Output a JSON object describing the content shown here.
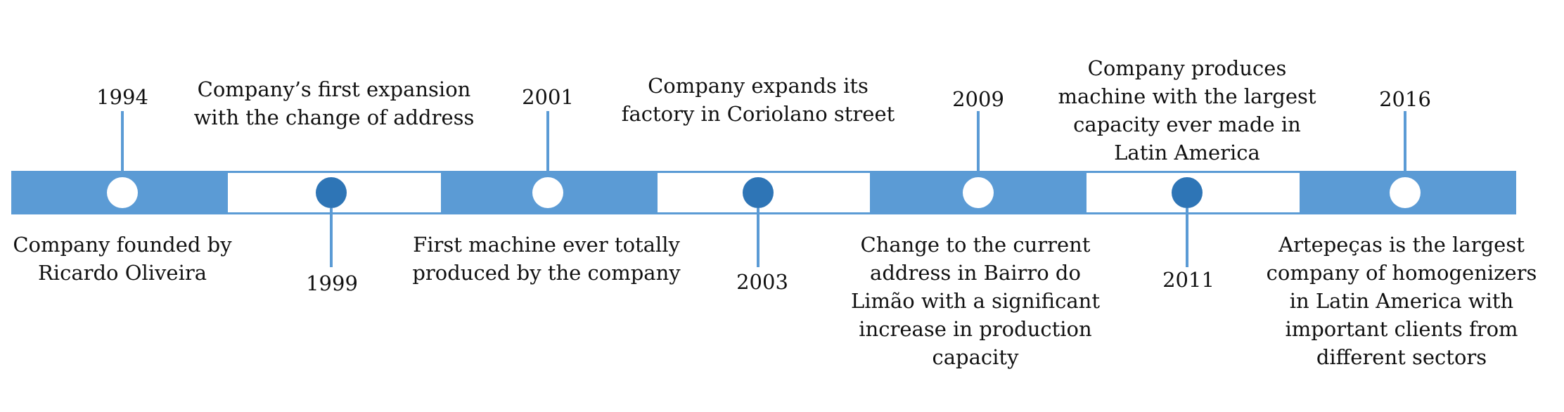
{
  "colors": {
    "bar_fill": "#5B9BD5",
    "dot_dark": "#2E75B6",
    "dot_light": "#FFFFFF"
  },
  "events": [
    {
      "year": "1994",
      "description": [
        "Company founded by",
        "Ricardo Oliveira"
      ]
    },
    {
      "year": "1999",
      "description": [
        "Company’s first expansion",
        "with the change of address"
      ]
    },
    {
      "year": "2001",
      "description": [
        "First machine ever totally",
        "produced by the company"
      ]
    },
    {
      "year": "2003",
      "description": [
        "Company expands its",
        "factory in Coriolano street"
      ]
    },
    {
      "year": "2009",
      "description": [
        "Change to the current",
        "address in Bairro do",
        "Limão with a significant",
        "increase in production",
        "capacity"
      ]
    },
    {
      "year": "2011",
      "description": [
        "Company produces",
        "machine with the largest",
        "capacity ever made in",
        "Latin America"
      ]
    },
    {
      "year": "2016",
      "description": [
        "Artepeças is the largest",
        "company of homogenizers",
        "in Latin America with",
        "important clients from",
        "different sectors"
      ]
    }
  ]
}
